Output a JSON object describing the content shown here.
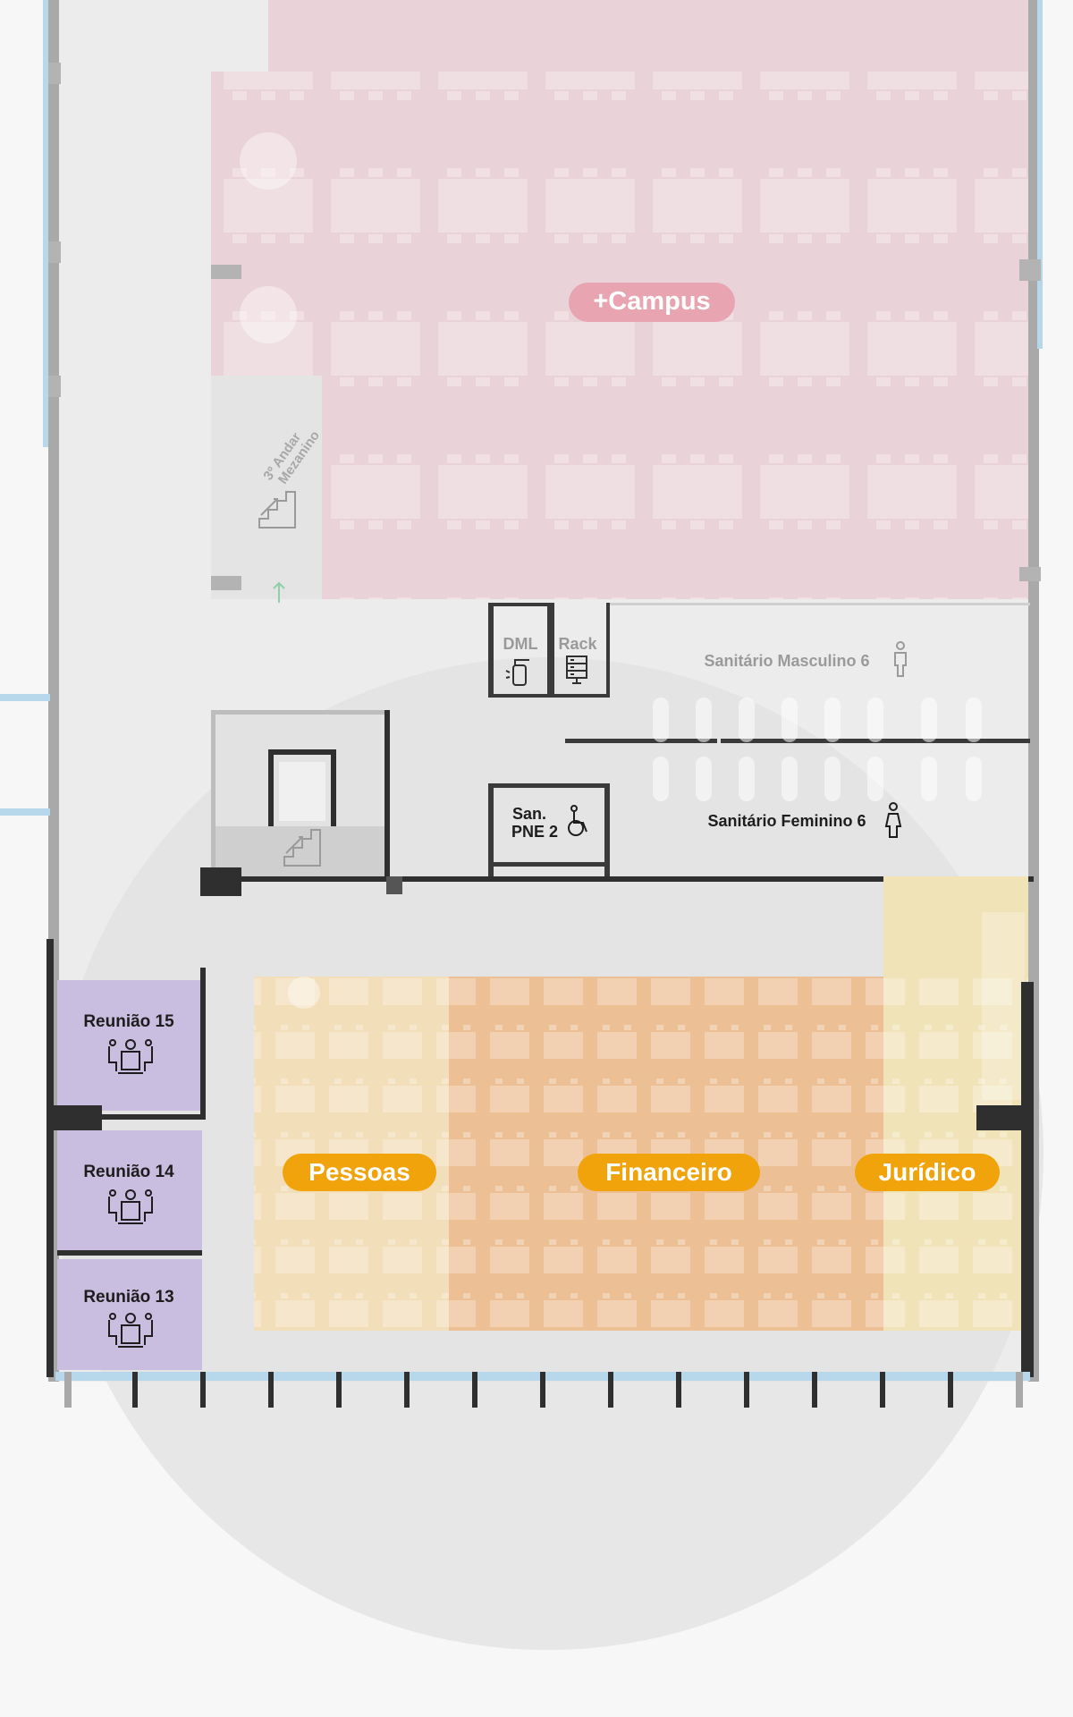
{
  "zones": {
    "campus": {
      "label": "+Campus",
      "color": "#e8a4b1"
    },
    "pessoas": {
      "label": "Pessoas",
      "color": "#f0a30a"
    },
    "financeiro": {
      "label": "Financeiro",
      "color": "#f0a30a"
    },
    "juridico": {
      "label": "Jurídico",
      "color": "#f0a30a"
    }
  },
  "rooms": {
    "reuniao15": "Reunião 15",
    "reuniao14": "Reunião 14",
    "reuniao13": "Reunião 13",
    "dml": "DML",
    "rack": "Rack",
    "san_line1": "San.",
    "san_line2": "PNE 2",
    "sanitario_masculino": "Sanitário Masculino 6",
    "sanitario_feminino": "Sanitário Feminino 6"
  },
  "stairs": {
    "line1": "3º Andar",
    "line2": "Mezanino"
  },
  "icons": [
    "meeting-table-icon",
    "cleaning-spray-icon",
    "server-rack-icon",
    "wheelchair-icon",
    "male-person-icon",
    "female-person-icon",
    "stairs-icon",
    "up-arrow-icon"
  ],
  "colors": {
    "campus_area": "#e9d3d8",
    "pessoas_area": "#f2deb9",
    "financeiro_area": "#ecbf94",
    "juridico_area": "#f1e3b8",
    "meeting_rooms": "#c9bde0",
    "walls": "#2f2f2f",
    "window": "#b7d7ea"
  }
}
